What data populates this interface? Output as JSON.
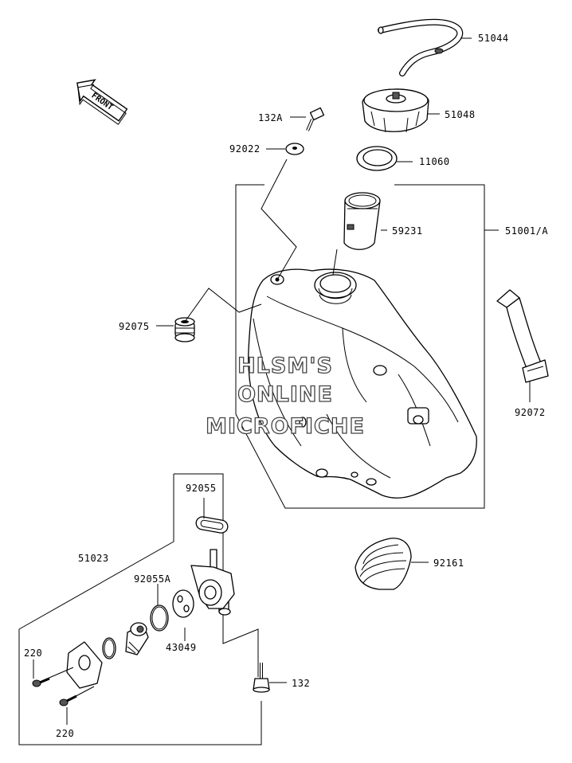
{
  "front_badge": {
    "label": "FRONT"
  },
  "watermark": {
    "line1": "HLSM'S",
    "line2": "ONLINE",
    "line3": "MICROFICHE"
  },
  "labels": {
    "p51044": "51044",
    "p51048": "51048",
    "p132A": "132A",
    "p92022": "92022",
    "p11060": "11060",
    "p59231": "59231",
    "p51001A": "51001/A",
    "p92075": "92075",
    "p92072": "92072",
    "p92055": "92055",
    "p51023": "51023",
    "p92055A": "92055A",
    "p43049": "43049",
    "p92161": "92161",
    "p220a": "220",
    "p220b": "220",
    "p132": "132"
  }
}
